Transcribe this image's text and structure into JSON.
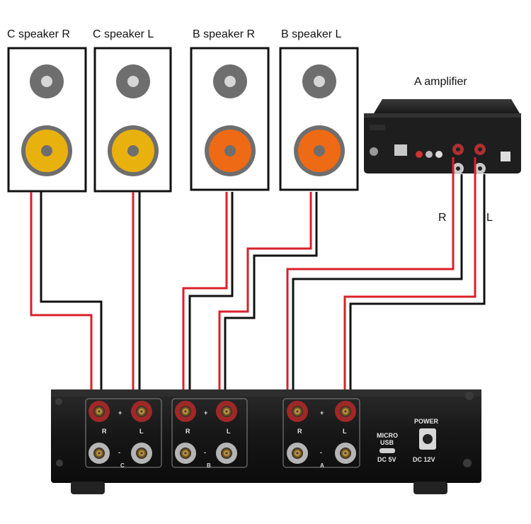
{
  "speakers": [
    {
      "label": "C speaker R"
    },
    {
      "label": "C speaker L"
    },
    {
      "label": "B speaker R"
    },
    {
      "label": "B speaker L"
    }
  ],
  "amplifier": {
    "label": "A amplifier"
  },
  "cables": {
    "right_label": "R",
    "left_label": "L"
  },
  "switch_box": {
    "group_c": {
      "letter": "C",
      "r": "R",
      "l": "L",
      "plus": "+",
      "minus": "-"
    },
    "group_b": {
      "letter": "B",
      "r": "R",
      "l": "L",
      "plus": "+",
      "minus": "-"
    },
    "group_a": {
      "letter": "A",
      "r": "R",
      "l": "L",
      "plus": "+",
      "minus": "-"
    },
    "usb_label_1": "MICRO",
    "usb_label_2": "USB",
    "usb_power": "DC 5V",
    "power_label": "POWER",
    "dc_label": "DC 12V"
  },
  "colors": {
    "red_wire": "#d8202a",
    "black_wire": "#111111",
    "speaker_tweeter": "#6e6e6e",
    "c_woofer": "#e9b10e",
    "b_woofer": "#ef6a14",
    "device_body": "#1c1c1c"
  }
}
